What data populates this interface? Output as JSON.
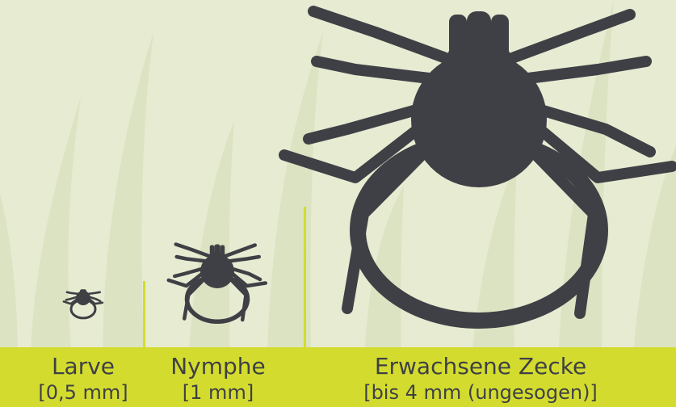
{
  "stages": [
    {
      "name": "Larve",
      "size": "[0,5 mm]"
    },
    {
      "name": "Nymphe",
      "size": "[1 mm]"
    },
    {
      "name": "Erwachsene Zecke",
      "size": "[bis 4 mm (ungesogen)]"
    }
  ],
  "colors": {
    "background": "#e6ebd2",
    "grass": "#dbe3c1",
    "band": "#d3dc2e",
    "tick": "#3f4045",
    "text": "#3f4045"
  }
}
